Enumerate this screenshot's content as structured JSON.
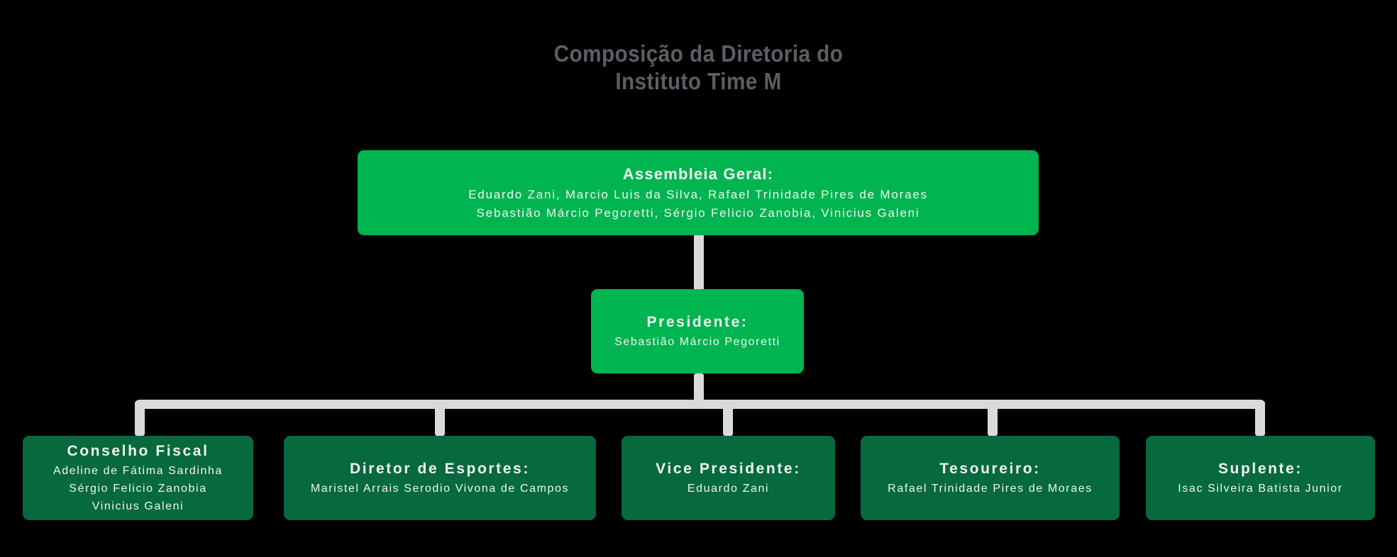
{
  "title": {
    "line1": "Composição da Diretoria do",
    "line2": "Instituto Time M"
  },
  "colors": {
    "background": "#000000",
    "bright_green": "#00b44f",
    "dark_green": "#07693e",
    "connector_gray": "#d9dadb",
    "title_gray": "#5d5d65",
    "box_text": "#f2f4f3"
  },
  "org": {
    "assembleia": {
      "title": "Assembleia Geral:",
      "members": [
        "Eduardo Zani, Marcio Luis da Silva, Rafael Trinidade Pires de Moraes",
        "Sebastião Márcio Pegoretti, Sérgio Felicio Zanobia, Vinicius Galeni"
      ]
    },
    "presidente": {
      "title": "Presidente:",
      "members": [
        "Sebastião Márcio Pegoretti"
      ]
    },
    "children": [
      {
        "title": "Conselho Fiscal",
        "members": [
          "Adeline de Fátima Sardinha",
          "Sérgio Felicio Zanobia",
          "Vinicius Galeni"
        ]
      },
      {
        "title": "Diretor de Esportes:",
        "members": [
          "Maristel Arrais Serodio Vivona de Campos"
        ]
      },
      {
        "title": "Vice Presidente:",
        "members": [
          "Eduardo Zani"
        ]
      },
      {
        "title": "Tesoureiro:",
        "members": [
          "Rafael Trinidade Pires de Moraes"
        ]
      },
      {
        "title": "Suplente:",
        "members": [
          "Isac Silveira Batista Junior"
        ]
      }
    ]
  }
}
